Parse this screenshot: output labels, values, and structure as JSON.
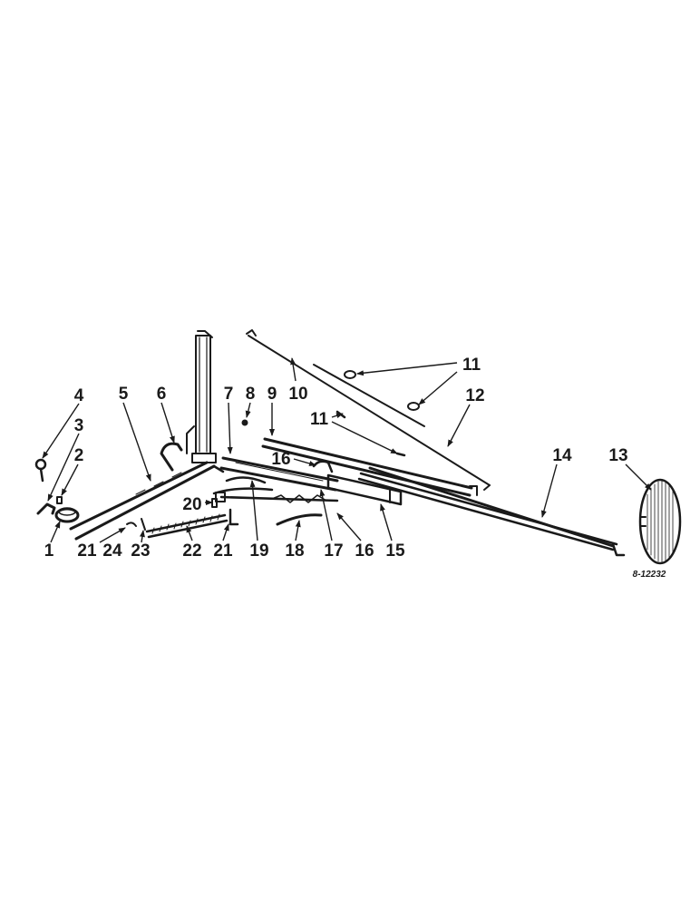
{
  "diagram": {
    "reference_code": "8-12232",
    "callouts": [
      "1",
      "2",
      "3",
      "4",
      "5",
      "6",
      "7",
      "8",
      "9",
      "10",
      "11",
      "11",
      "12",
      "13",
      "14",
      "15",
      "16",
      "16",
      "17",
      "18",
      "19",
      "20",
      "21",
      "21",
      "22",
      "23",
      "24"
    ]
  },
  "colors": {
    "ink": "#1a1a1a",
    "paper": "#ffffff"
  }
}
